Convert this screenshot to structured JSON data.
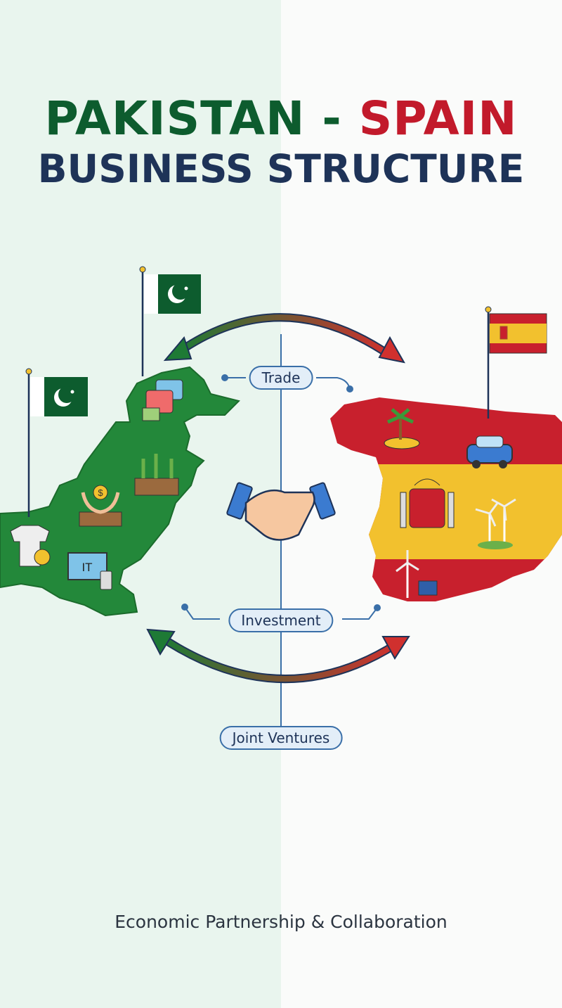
{
  "title": {
    "country1": "PAKISTAN",
    "separator": "-",
    "country2": "SPAIN",
    "subtitle": "BUSINESS STRUCTURE"
  },
  "connections": [
    {
      "label": "Trade"
    },
    {
      "label": "Investment"
    },
    {
      "label": "Joint Ventures"
    }
  ],
  "pakistan_icons": [
    "textiles-icon",
    "agriculture-icon",
    "investment-icon",
    "textile-manufacturing-icon",
    "it-icon"
  ],
  "it_icon_text": "IT",
  "spain_icons": [
    "tourism-icon",
    "automotive-icon",
    "coat-of-arms-icon",
    "wind-energy-icon",
    "renewable-energy-icon"
  ],
  "colors": {
    "pakistan_green": "#0d5c2e",
    "map_green": "#23883a",
    "spain_red": "#c21a2b",
    "spain_yellow": "#f2c12e",
    "navy": "#1e3358",
    "line_blue": "#3a6fa8"
  },
  "footer": "Economic Partnership & Collaboration"
}
